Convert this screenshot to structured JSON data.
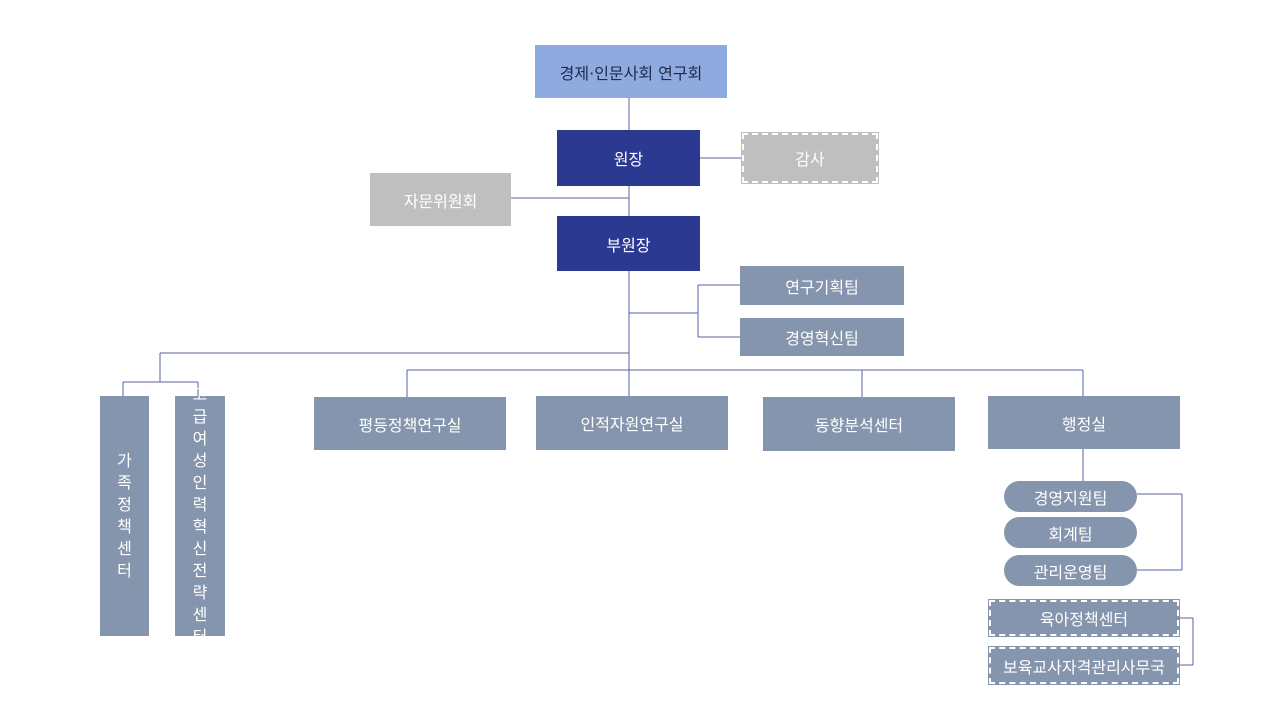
{
  "colors": {
    "top": "#8eaadf",
    "executive": "#2c3990",
    "advisory": "#bfbfbf",
    "unit": "#8595ae",
    "line": "#5563a6"
  },
  "nodes": {
    "council": "경제·인문사회 연구회",
    "president": "원장",
    "audit": "감사",
    "advisory": "자문위원회",
    "vice_president": "부원장",
    "research_planning": "연구기획팀",
    "management_innovation": "경영혁신팀",
    "family_policy_center": "가족정책센터",
    "women_talent_center": "고급여성인력혁신전략센터",
    "equality_policy": "평등정책연구실",
    "human_resources": "인적자원연구실",
    "trend_analysis": "동향분석센터",
    "administration": "행정실",
    "management_support": "경영지원팀",
    "accounting": "회계팀",
    "facility_operations": "관리운영팀",
    "childcare_policy": "육아정책센터",
    "teacher_qualification": "보육교사자격관리사무국"
  }
}
